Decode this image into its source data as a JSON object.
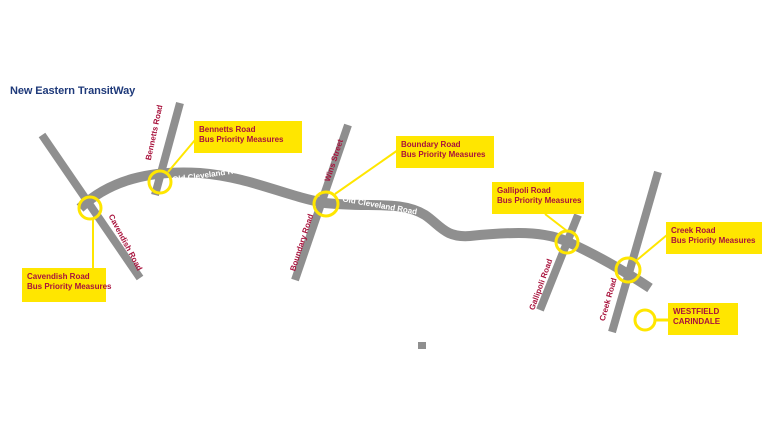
{
  "title": "New Eastern TransitWay",
  "colors": {
    "road": "#8f8f8f",
    "highlight": "#ffe600",
    "callout_text": "#a8123c",
    "title": "#1f3a7a"
  },
  "main_road": "Old Cleveland Road",
  "roads": {
    "cavendish": "Cavendish Road",
    "bennetts": "Bennetts Road",
    "boundary": "Boundary Road",
    "wins": "Wins Street",
    "gallipoli": "Gallipoli Road",
    "creek": "Creek Road"
  },
  "callouts": {
    "cavendish": {
      "line1": "Cavendish Road",
      "line2": "Bus Priority Measures"
    },
    "bennetts": {
      "line1": "Bennetts Road",
      "line2": "Bus Priority Measures"
    },
    "boundary": {
      "line1": "Boundary Road",
      "line2": "Bus Priority Measures"
    },
    "gallipoli": {
      "line1": "Gallipoli Road",
      "line2": "Bus Priority Measures"
    },
    "creek": {
      "line1": "Creek Road",
      "line2": "Bus Priority Measures"
    },
    "westfield": {
      "line1": "WESTFIELD",
      "line2": "CARINDALE"
    }
  }
}
